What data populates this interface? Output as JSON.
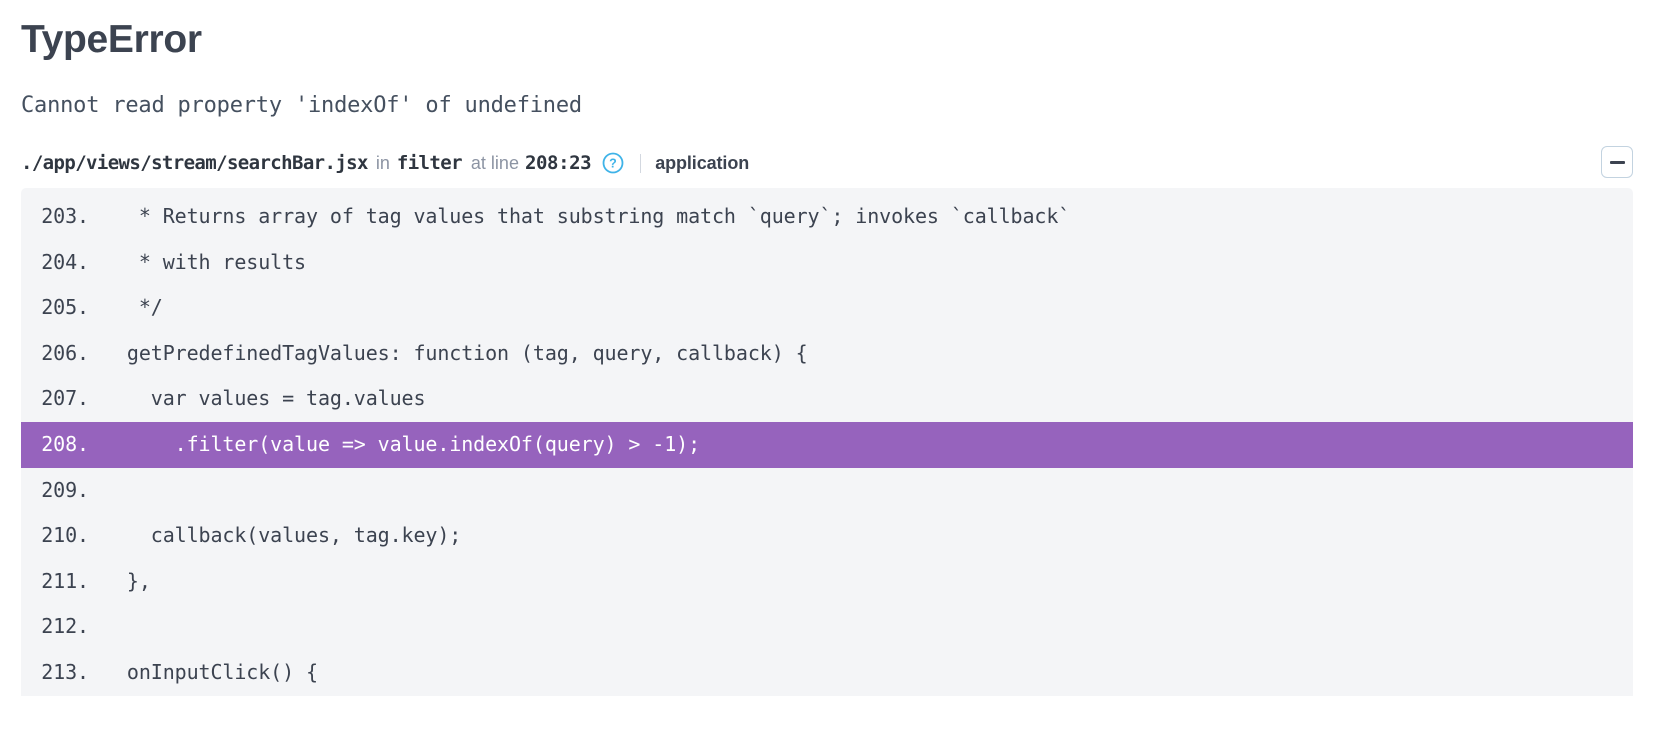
{
  "error": {
    "type": "TypeError",
    "message": "Cannot read property 'indexOf' of undefined"
  },
  "frame": {
    "filename": "./app/views/stream/searchBar.jsx",
    "in_label": "in",
    "function_name": "filter",
    "at_line_label": "at line",
    "line_col": "208:23",
    "help_icon": "question-circle-icon",
    "package": "application",
    "collapse_icon": "minus-icon",
    "accent_blue": "#3fb3e8",
    "highlight_purple": "#9663bd",
    "code_background": "#f4f5f7"
  },
  "code": {
    "highlighted_line": "208",
    "lines": [
      {
        "number": "203.",
        "text": "   * Returns array of tag values that substring match `query`; invokes `callback`"
      },
      {
        "number": "204.",
        "text": "   * with results"
      },
      {
        "number": "205.",
        "text": "   */"
      },
      {
        "number": "206.",
        "text": "  getPredefinedTagValues: function (tag, query, callback) {"
      },
      {
        "number": "207.",
        "text": "    var values = tag.values"
      },
      {
        "number": "208.",
        "text": "      .filter(value => value.indexOf(query) > -1);"
      },
      {
        "number": "209.",
        "text": ""
      },
      {
        "number": "210.",
        "text": "    callback(values, tag.key);"
      },
      {
        "number": "211.",
        "text": "  },"
      },
      {
        "number": "212.",
        "text": ""
      },
      {
        "number": "213.",
        "text": "  onInputClick() {"
      }
    ]
  }
}
